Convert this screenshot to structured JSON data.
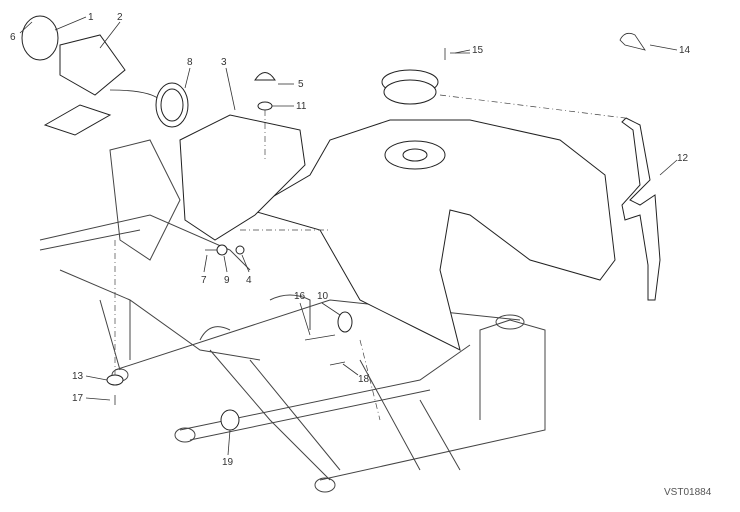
{
  "diagram_code": "VST01884",
  "callouts": {
    "c1": "1",
    "c2": "2",
    "c3": "3",
    "c4": "4",
    "c5": "5",
    "c6": "6",
    "c7": "7",
    "c8": "8",
    "c9": "9",
    "c10": "10",
    "c11": "11",
    "c12": "12",
    "c13": "13",
    "c14": "14",
    "c15": "15",
    "c16": "16",
    "c17": "17",
    "c18": "18",
    "c19": "19"
  }
}
